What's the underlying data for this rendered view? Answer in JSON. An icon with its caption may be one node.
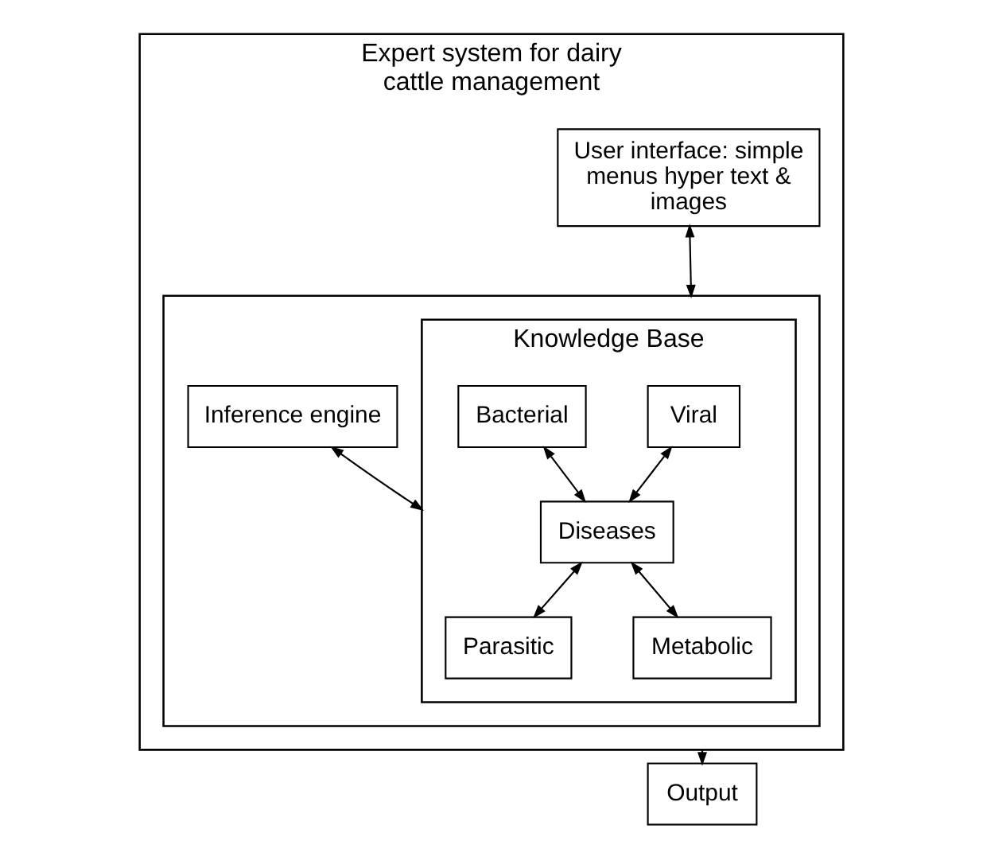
{
  "diagram": {
    "nodes": [
      {
        "text": [
          "Expert system for dairy cattle management"
        ]
      },
      {
        "text": [
          "User interface: simple menus hyper text & images"
        ],
        "in": 0
      },
      {
        "text": [],
        "shape": "box",
        "in": 0
      },
      {
        "text": [
          "Knowledge Base"
        ],
        "in": 2
      },
      {
        "text": [
          "Viral"
        ],
        "in": 3
      },
      {
        "text": [
          "Bacterial"
        ],
        "in": 3
      },
      {
        "text": [
          "Diseases"
        ],
        "in": 3
      },
      {
        "text": [
          "Parasitic"
        ],
        "in": 3
      },
      {
        "text": [
          "Metabolic"
        ],
        "in": 3
      },
      {
        "text": [
          "Inference engine"
        ],
        "in": 2
      },
      {
        "text": [
          "Output"
        ]
      }
    ],
    "edges": [
      {
        "from": 1,
        "to": 2,
        "arrow": "both"
      },
      {
        "from": 4,
        "to": 6,
        "arrow": "both"
      },
      {
        "from": 5,
        "to": 6,
        "arrow": "both"
      },
      {
        "from": 6,
        "to": 7,
        "arrow": "both"
      },
      {
        "from": 6,
        "to": 8,
        "arrow": "both"
      },
      {
        "from": 3,
        "to": 9,
        "arrow": "both"
      },
      {
        "from": 0,
        "to": 10,
        "arrow": "to"
      }
    ]
  }
}
